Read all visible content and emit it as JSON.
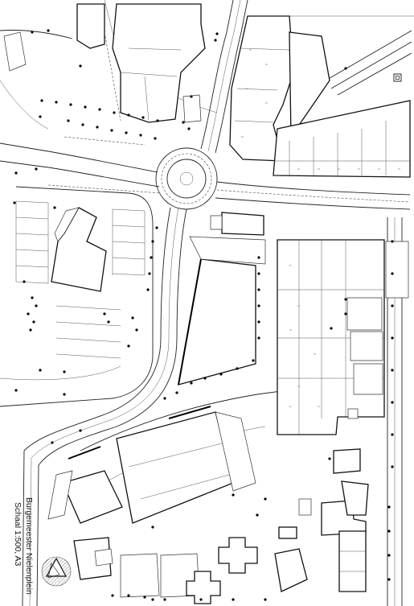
{
  "map": {
    "title_line1": "Burgemeester Nielenplein",
    "title_line2": "Schaal 1:500, A3"
  },
  "colors": {
    "line": "#111111",
    "background": "#ffffff",
    "hatch": "#888888"
  },
  "icons": {
    "north_arrow": "north-arrow-icon",
    "tree_marker": "tree-dot"
  }
}
